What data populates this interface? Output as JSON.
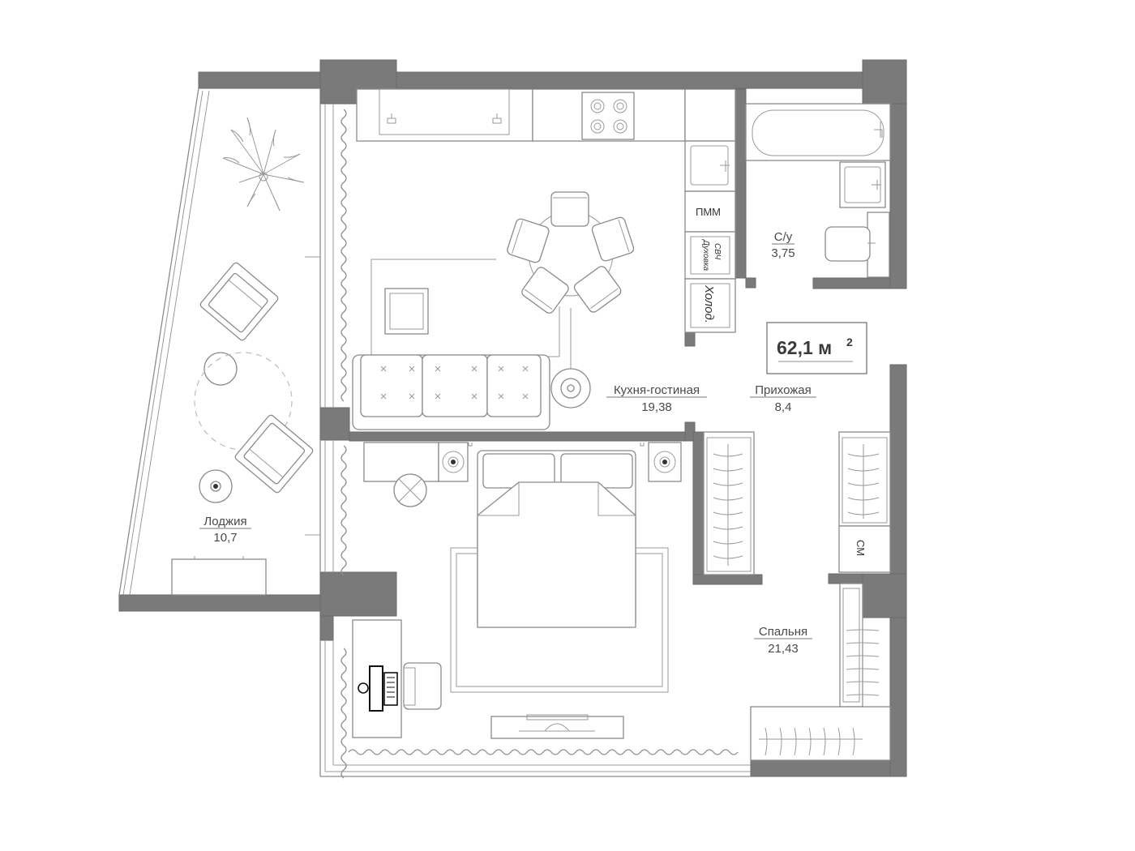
{
  "total_area": {
    "value": "62,1 м",
    "superscript": "2"
  },
  "rooms": {
    "loggia": {
      "name": "Лоджия",
      "area": "10,7"
    },
    "kitchen_living": {
      "name": "Кухня-гостиная",
      "area": "19,38"
    },
    "hallway": {
      "name": "Прихожая",
      "area": "8,4"
    },
    "bathroom": {
      "name": "С/у",
      "area": "3,75"
    },
    "bedroom": {
      "name": "Спальня",
      "area": "21,43"
    }
  },
  "appliances": {
    "dishwasher": "ПММ",
    "oven": "Духовка",
    "microwave": "СВЧ",
    "fridge": "Холод.",
    "washer": "СМ"
  },
  "colors": {
    "wall": "#7a7a7a",
    "furniture_line": "#8a8a8a",
    "text": "#4a4a4a"
  }
}
